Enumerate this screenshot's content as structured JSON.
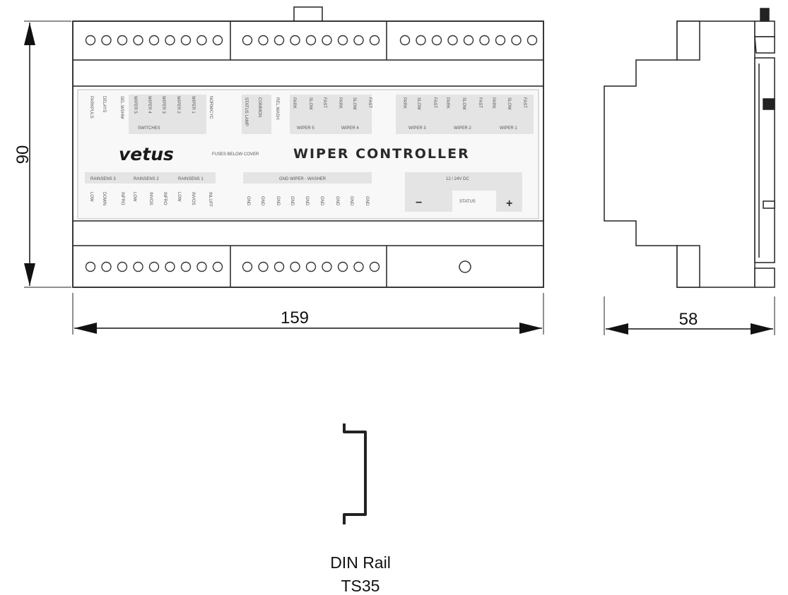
{
  "dimensions": {
    "height": "90",
    "width": "159",
    "depth": "58"
  },
  "brand": "vetus",
  "product_title": "WIPER CONTROLLER",
  "top_groups": [
    {
      "header": "SWITCHES",
      "labels": [
        "PARKPULS",
        "DELAYS",
        "SEL.WSHW",
        "WIPER 5",
        "WIPER 4",
        "WIPER 3",
        "WIPER 2",
        "WIPER 1",
        "NORM/CYC"
      ]
    },
    {
      "header": "",
      "labels": [
        "STATUS LAMP",
        "COMMON",
        "REL.WASH"
      ]
    },
    {
      "header": "WIPER 5",
      "labels": [
        "PARK",
        "SLOW",
        "FAST"
      ]
    },
    {
      "header": "WIPER 4",
      "labels": [
        "PARK",
        "SLOW",
        "FAST"
      ]
    },
    {
      "header": "WIPER 3",
      "labels": [
        "PARK",
        "SLOW",
        "FAST"
      ]
    },
    {
      "header": "WIPER 2",
      "labels": [
        "PARK",
        "SLOW",
        "FAST"
      ]
    },
    {
      "header": "WIPER 1",
      "labels": [
        "PARK",
        "SLOW",
        "FAST"
      ]
    }
  ],
  "fuses_note": "FUSES BELOW COVER",
  "rainsens": [
    "RAINSENS 3",
    "RAINSENS 2",
    "RAINSENS 1"
  ],
  "bottom_labels": [
    "LOW",
    "DOWN",
    "INFRO",
    "LOW",
    "INVOS",
    "INFRO",
    "LOW",
    "INVOS",
    "INLUFF"
  ],
  "gnd_header": "GND WIPER - WASHER",
  "gnd_labels": [
    "GND",
    "GND",
    "GND",
    "GND",
    "GND",
    "GND",
    "GND",
    "GND",
    "GND"
  ],
  "power": {
    "header": "12 / 24V DC",
    "minus": "−",
    "status": "STATUS",
    "plus": "+"
  },
  "rail": {
    "line1": "DIN Rail",
    "line2": "TS35"
  }
}
